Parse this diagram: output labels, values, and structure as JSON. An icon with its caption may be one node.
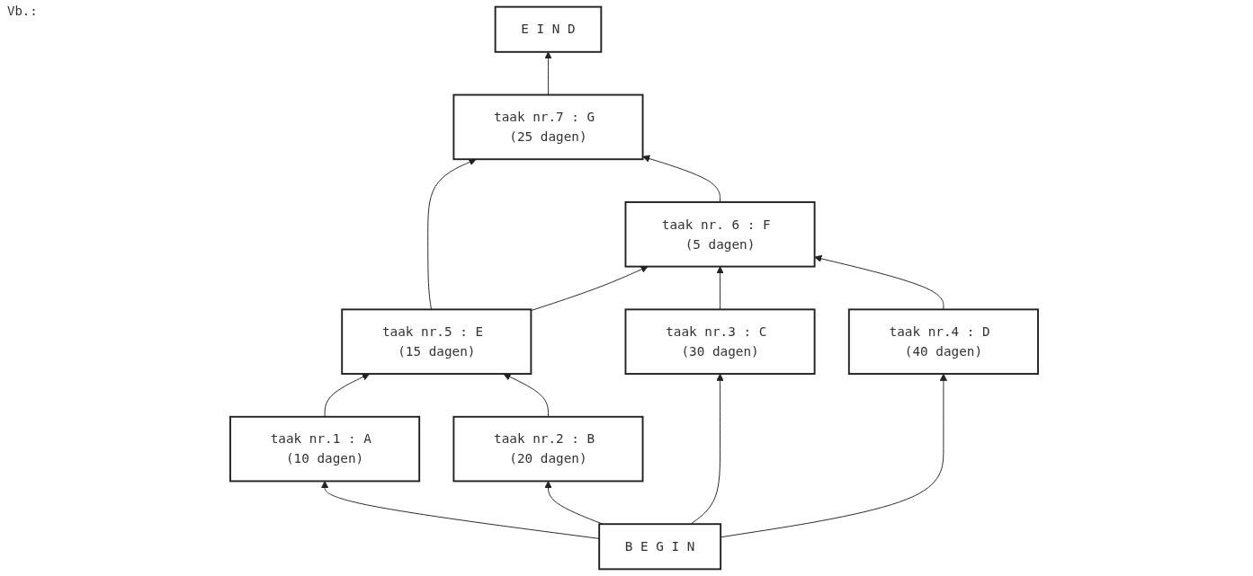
{
  "diagram": {
    "nodes": [
      {
        "text": [
          "E I N D"
        ]
      },
      {
        "text": [
          "taak nr.7 : G (25 dagen)"
        ]
      },
      {
        "text": [
          "taak nr. 6 : F (5 dagen)"
        ]
      },
      {
        "text": [
          "taak nr.5 : E (15 dagen)"
        ]
      },
      {
        "text": [
          "taak nr.1 : A (10 dagen)"
        ]
      },
      {
        "text": [
          "taak nr.2 : B (20 dagen)"
        ]
      },
      {
        "text": [
          "taak nr.3 : C (30 dagen)"
        ]
      },
      {
        "text": [
          "taak nr.4 : D (40 dagen)"
        ]
      },
      {
        "text": [
          "B E G I N"
        ]
      }
    ],
    "edges": [
      {
        "from": 1,
        "to": 0,
        "arrow": "to"
      },
      {
        "from": 3,
        "to": 1,
        "arrow": "to"
      },
      {
        "from": 2,
        "to": 1,
        "arrow": "to"
      },
      {
        "from": 3,
        "to": 2,
        "arrow": "to"
      },
      {
        "from": 4,
        "to": 3,
        "arrow": "to"
      },
      {
        "from": 5,
        "to": 3,
        "arrow": "to"
      },
      {
        "from": 6,
        "to": 2,
        "arrow": "to"
      },
      {
        "from": 7,
        "to": 2,
        "arrow": "to"
      },
      {
        "from": 8,
        "to": 4,
        "arrow": "to"
      },
      {
        "from": 8,
        "to": 5,
        "arrow": "to"
      },
      {
        "from": 8,
        "to": 6,
        "arrow": "to"
      },
      {
        "from": 8,
        "to": 7,
        "arrow": "to"
      }
    ],
    "labels": [
      "Vb.:"
    ]
  }
}
